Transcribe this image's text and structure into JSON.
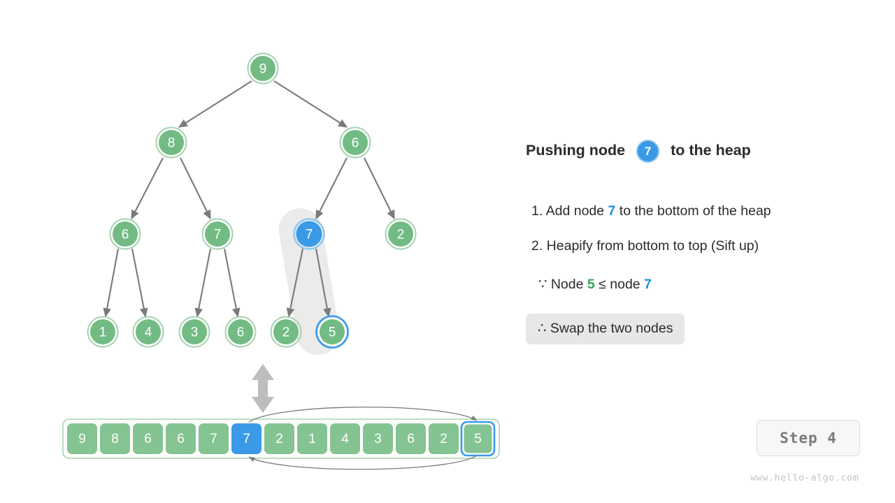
{
  "meta": {
    "background": "#ffffff",
    "green": "#73bb84",
    "green_ring": "#a6d3af",
    "blue": "#3a9ae8",
    "blue_ring": "#8dc7f0",
    "edge_gray": "#7a7a7a",
    "highlight_gray": "#ebebeb"
  },
  "tree": {
    "levels": [
      {
        "nodes": [
          {
            "value": "9",
            "state": "normal"
          }
        ]
      },
      {
        "nodes": [
          {
            "value": "8",
            "state": "normal"
          },
          {
            "value": "6",
            "state": "normal"
          }
        ]
      },
      {
        "nodes": [
          {
            "value": "6",
            "state": "normal"
          },
          {
            "value": "7",
            "state": "normal"
          },
          {
            "value": "7",
            "state": "active"
          },
          {
            "value": "2",
            "state": "normal"
          }
        ]
      },
      {
        "nodes": [
          {
            "value": "1",
            "state": "normal"
          },
          {
            "value": "4",
            "state": "normal"
          },
          {
            "value": "3",
            "state": "normal"
          },
          {
            "value": "6",
            "state": "normal"
          },
          {
            "value": "2",
            "state": "normal"
          },
          {
            "value": "5",
            "state": "ringed"
          }
        ]
      }
    ],
    "node_values_in_order": [
      "9",
      "8",
      "6",
      "6",
      "7",
      "7",
      "2",
      "1",
      "4",
      "3",
      "6",
      "2",
      "5"
    ]
  },
  "array": {
    "cells": [
      {
        "value": "9",
        "state": "normal"
      },
      {
        "value": "8",
        "state": "normal"
      },
      {
        "value": "6",
        "state": "normal"
      },
      {
        "value": "6",
        "state": "normal"
      },
      {
        "value": "7",
        "state": "normal"
      },
      {
        "value": "7",
        "state": "active"
      },
      {
        "value": "2",
        "state": "normal"
      },
      {
        "value": "1",
        "state": "normal"
      },
      {
        "value": "4",
        "state": "normal"
      },
      {
        "value": "3",
        "state": "normal"
      },
      {
        "value": "6",
        "state": "normal"
      },
      {
        "value": "2",
        "state": "normal"
      },
      {
        "value": "5",
        "state": "ringed"
      }
    ]
  },
  "panel": {
    "title_prefix": "Pushing node ",
    "title_badge": "7",
    "title_suffix": " to the heap",
    "step1_prefix": "1. Add node ",
    "step1_num": "7",
    "step1_suffix": " to the bottom of the heap",
    "step2": "2. Heapify from bottom to top (Sift up)",
    "reason_prefix": "∵ Node ",
    "reason_left": "5",
    "reason_mid": " ≤ node ",
    "reason_right": "7",
    "conclusion": "∴ Swap the two nodes"
  },
  "footer": {
    "step_badge": "Step 4",
    "watermark": "www.hello-algo.com"
  }
}
